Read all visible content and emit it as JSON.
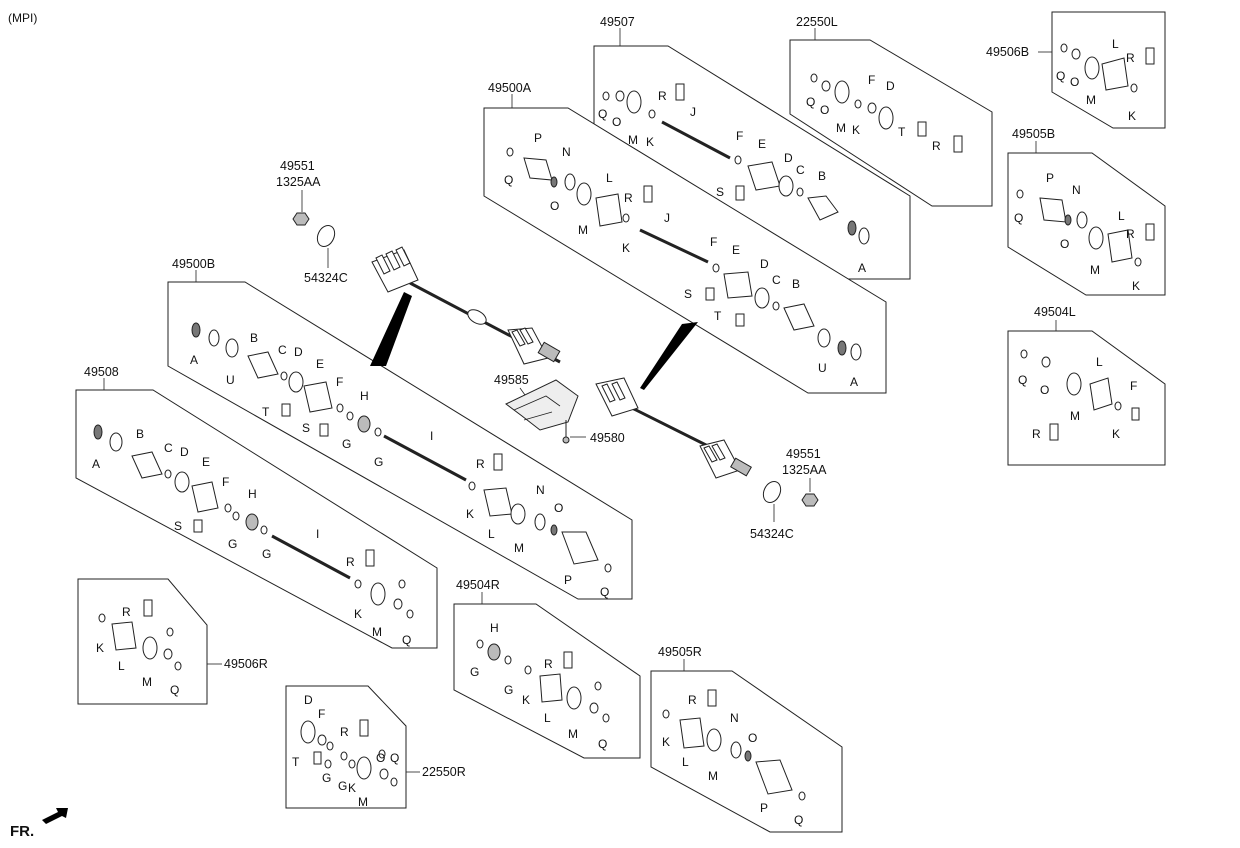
{
  "header": {
    "variant": "(MPI)"
  },
  "footer": {
    "direction": "FR."
  },
  "part_numbers": {
    "p49507": "49507",
    "p22550L": "22550L",
    "p49506B": "49506B",
    "p49500A": "49500A",
    "p49505B": "49505B",
    "p49551_top": "49551",
    "p1325AA_top": "1325AA",
    "p54324C_top": "54324C",
    "p49500B": "49500B",
    "p49504L": "49504L",
    "p49508": "49508",
    "p49585": "49585",
    "p49580": "49580",
    "p49551_bot": "49551",
    "p1325AA_bot": "1325AA",
    "p54324C_bot": "54324C",
    "p49504R": "49504R",
    "p49505R": "49505R",
    "p49506R": "49506R",
    "p22550R": "22550R"
  },
  "letters": {
    "A": "A",
    "B": "B",
    "C": "C",
    "D": "D",
    "E": "E",
    "F": "F",
    "G": "G",
    "H": "H",
    "I": "I",
    "J": "J",
    "K": "K",
    "L": "L",
    "M": "M",
    "N": "N",
    "O": "O",
    "P": "P",
    "Q": "Q",
    "R": "R",
    "S": "S",
    "T": "T",
    "U": "U"
  },
  "colors": {
    "line": "#222222",
    "callout_fill": "#000000",
    "part_shade": "#777777"
  }
}
